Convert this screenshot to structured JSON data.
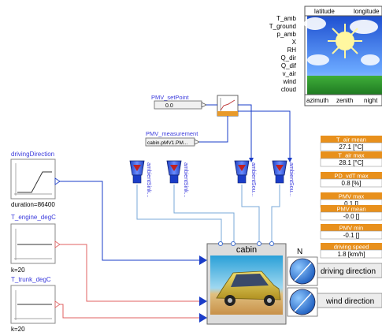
{
  "colors": {
    "signal_blue": "#1a3cc8",
    "wire_red": "#e06060",
    "wire_lightblue": "#7aaad8",
    "readout_orange": "#e8901c",
    "label_blue": "#3a3adc"
  },
  "weather": {
    "inputs": [
      "T_amb",
      "T_ground",
      "p_amb",
      "X",
      "RH",
      "Q_dir",
      "Q_dif",
      "v_air",
      "wind",
      "cloud"
    ],
    "top_labels": [
      "latitude",
      "longitude"
    ],
    "bottom_labels": [
      "azimuth",
      "zenith",
      "night"
    ]
  },
  "pmv": {
    "setpoint_name": "PMV_setPoint",
    "setpoint_value": "0.0",
    "measurement_name": "PMV_measurement",
    "measurement_value": "cabin.pMV1.PM..."
  },
  "sinks": [
    "ambientSink...",
    "ambientSink...",
    "ambientSou...",
    "ambientSou..."
  ],
  "sources": [
    {
      "name": "drivingDirection",
      "param": "duration=86400"
    },
    {
      "name": "T_engine_degC",
      "param": "k=20"
    },
    {
      "name": "T_trunk_degC",
      "param": "k=20"
    }
  ],
  "cabin": {
    "label": "cabin",
    "north": "N"
  },
  "readouts": [
    {
      "label": "T_air mean",
      "value": "27.1 [°C]"
    },
    {
      "label": "T_air max",
      "value": "28.1 [°C]"
    },
    {
      "label": "PD_vdT max",
      "value": "0.8 [%]"
    },
    {
      "label": "PMV max",
      "value": "0.1 []"
    },
    {
      "label": "PMV mean",
      "value": "-0.0 []"
    },
    {
      "label": "PMV min",
      "value": "-0.1 []"
    },
    {
      "label": "driving speed",
      "value": "1.8 [km/h]"
    }
  ],
  "direction_labels": [
    "driving direction",
    "wind direction"
  ]
}
